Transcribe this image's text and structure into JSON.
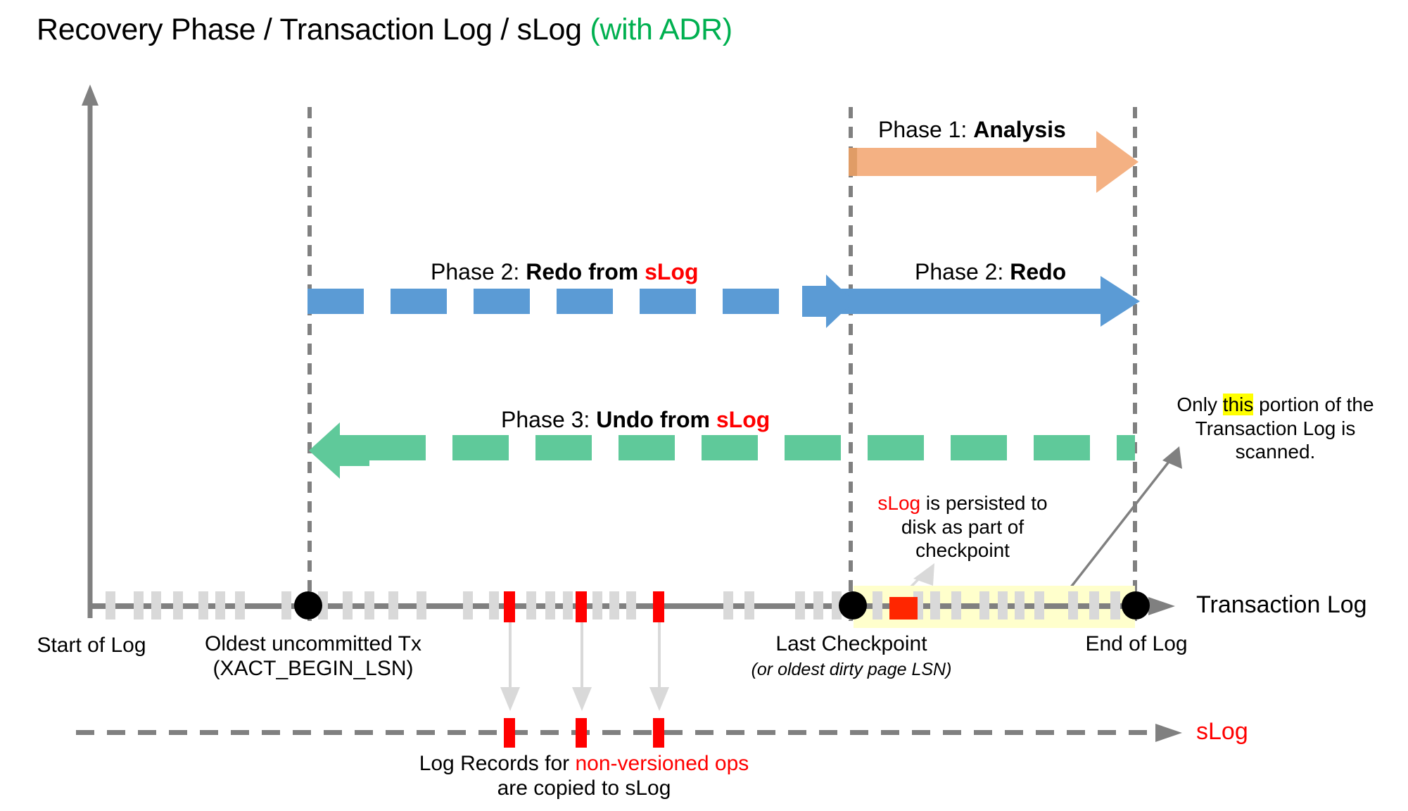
{
  "title": {
    "main": "Recovery Phase / Transaction Log / sLog ",
    "suffix": "(with ADR)",
    "accent_color": "#00b050"
  },
  "phases": [
    {
      "id": "phase1",
      "prefix": "Phase 1: ",
      "name": "Analysis",
      "color": "#f4b183",
      "direction": "right",
      "style": "solid",
      "from": "Last Checkpoint",
      "to": "End of Log"
    },
    {
      "id": "phase2-slog",
      "prefix": "Phase 2: ",
      "name": "Redo from ",
      "name_accent": "sLog",
      "color": "#5b9bd5",
      "direction": "right",
      "style": "dashed",
      "from": "XACT_BEGIN_LSN",
      "to": "Last Checkpoint"
    },
    {
      "id": "phase2-redo",
      "prefix": "Phase 2: ",
      "name": "Redo",
      "color": "#5b9bd5",
      "direction": "right",
      "style": "solid",
      "from": "Last Checkpoint",
      "to": "End of Log"
    },
    {
      "id": "phase3-undo",
      "prefix": "Phase 3: ",
      "name": "Undo from ",
      "name_accent": "sLog",
      "color": "#5fc99a",
      "direction": "left",
      "style": "dashed",
      "from": "End of Log",
      "to": "XACT_BEGIN_LSN"
    }
  ],
  "timeline": {
    "axis_label": "Transaction Log",
    "axis_label_color": "#000000",
    "markers": [
      {
        "id": "start-of-log",
        "label": "Start of Log",
        "sublabel": ""
      },
      {
        "id": "xact-begin",
        "label": "Oldest uncommitted Tx",
        "sublabel": "(XACT_BEGIN_LSN)"
      },
      {
        "id": "last-checkpoint",
        "label": "Last Checkpoint",
        "sublabel": "(or oldest dirty page LSN)"
      },
      {
        "id": "end-of-log",
        "label": "End of Log",
        "sublabel": ""
      }
    ],
    "scanned_region_color": "#ffffcc",
    "nonversioned_record_color": "#ff0000"
  },
  "slog": {
    "axis_label": "sLog",
    "axis_label_color": "#ff0000",
    "caption_prefix": "Log Records for ",
    "caption_accent": "non-versioned ops",
    "caption_suffix": "are copied to sLog",
    "record_count": 3
  },
  "annotations": [
    {
      "id": "slog-checkpoint-note",
      "accent": "sLog",
      "line1_rest": " is persisted to",
      "line2": "disk as part of",
      "line3": "checkpoint"
    },
    {
      "id": "scanned-portion-note",
      "line1_a": "Only ",
      "line1_hl": "this",
      "line1_b": " portion of the",
      "line2": "Transaction Log is scanned."
    }
  ]
}
